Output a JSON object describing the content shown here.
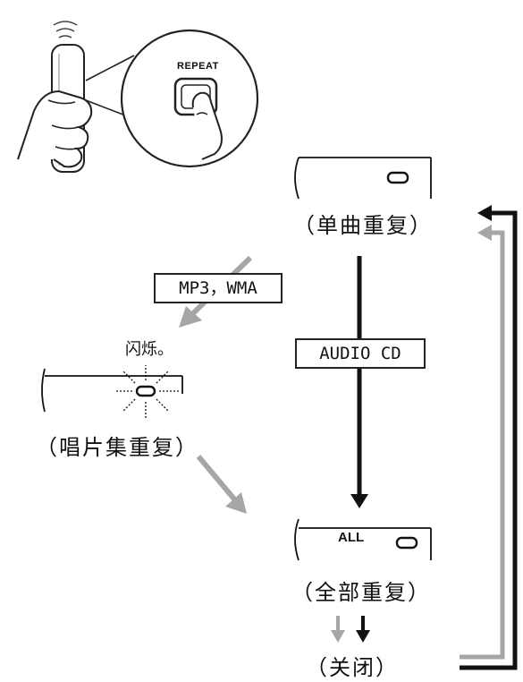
{
  "remote": {
    "button_label": "REPEAT"
  },
  "displays": {
    "single": {
      "caption": "（单曲重复）"
    },
    "album": {
      "caption": "（唱片集重复）",
      "note": "闪烁。"
    },
    "all": {
      "indicator": "ALL",
      "caption": "（全部重复）"
    },
    "off": {
      "caption": "（关闭）"
    }
  },
  "labels": {
    "mp3_wma": "MP3，WMA",
    "audio_cd": "AUDIO CD"
  },
  "colors": {
    "black_path": "#111111",
    "gray_path": "#a6a6a6"
  }
}
